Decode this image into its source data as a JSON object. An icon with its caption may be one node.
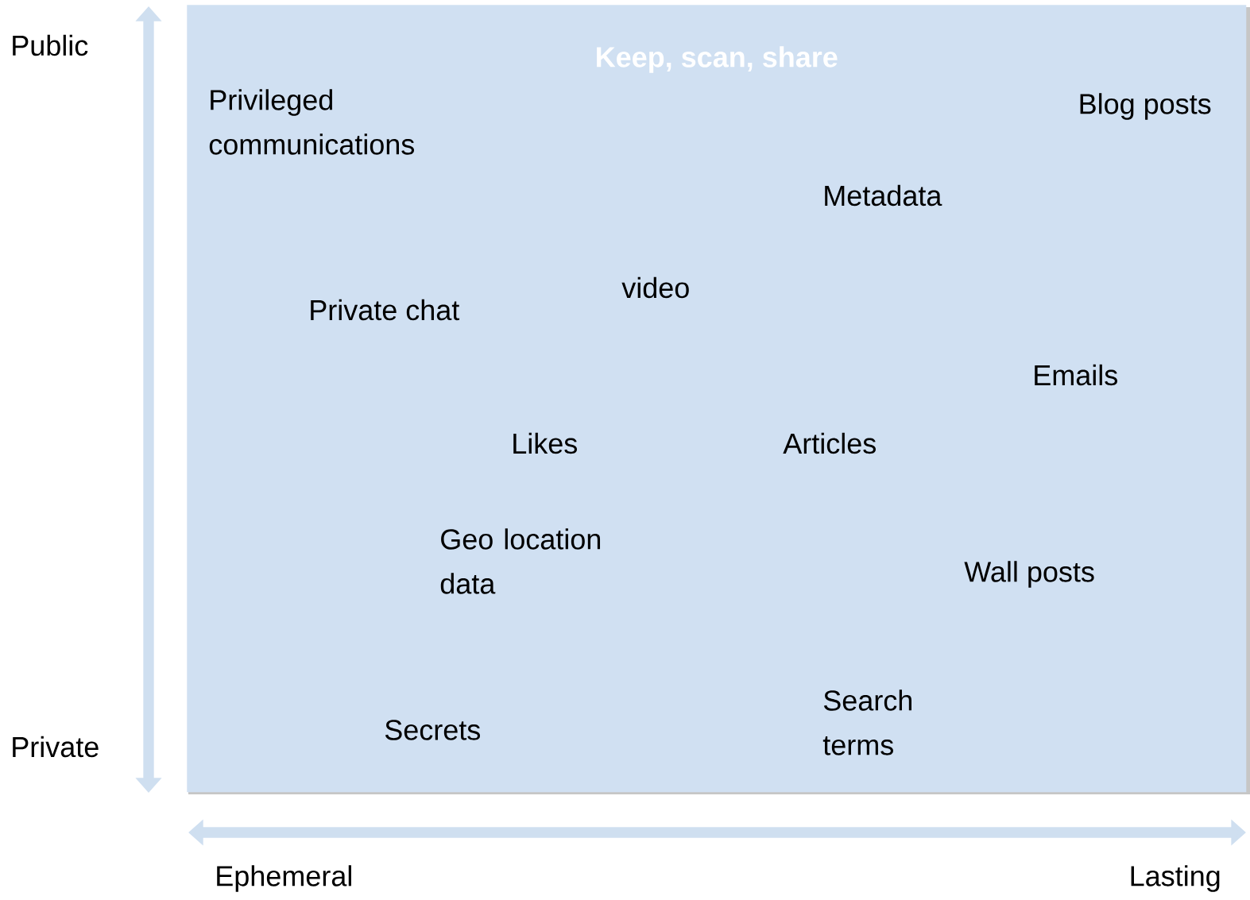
{
  "diagram": {
    "nodes": [
      {
        "text": [
          "Keep, scan, share"
        ]
      }
    ],
    "labels": [
      "Public",
      "Privileged communications",
      "Blog posts",
      "Metadata",
      "video",
      "Private chat",
      "Emails",
      "Likes",
      "Articles",
      "Geo location data",
      "Wall posts",
      "Search terms",
      "Secrets",
      "Private",
      "Ephemeral",
      "Lasting"
    ]
  }
}
